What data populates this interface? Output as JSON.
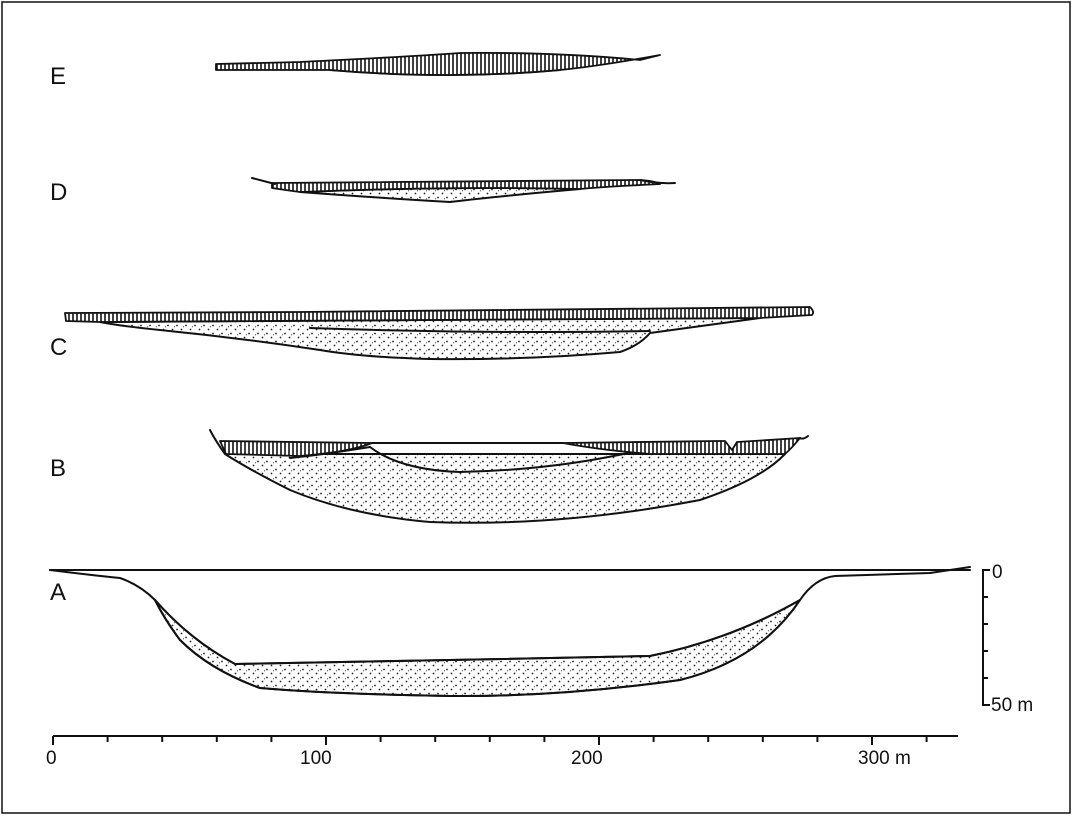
{
  "profiles": [
    {
      "id": "E",
      "label": "E"
    },
    {
      "id": "D",
      "label": "D"
    },
    {
      "id": "C",
      "label": "C"
    },
    {
      "id": "B",
      "label": "B"
    },
    {
      "id": "A",
      "label": "A"
    }
  ],
  "x_axis": {
    "tick_labels": [
      "0",
      "100",
      "200",
      "300 m"
    ]
  },
  "depth_scale": {
    "top_label": "0",
    "bottom_label": "50 m"
  },
  "legend": {
    "patterns": [
      "vertical-hatch",
      "stipple"
    ]
  }
}
